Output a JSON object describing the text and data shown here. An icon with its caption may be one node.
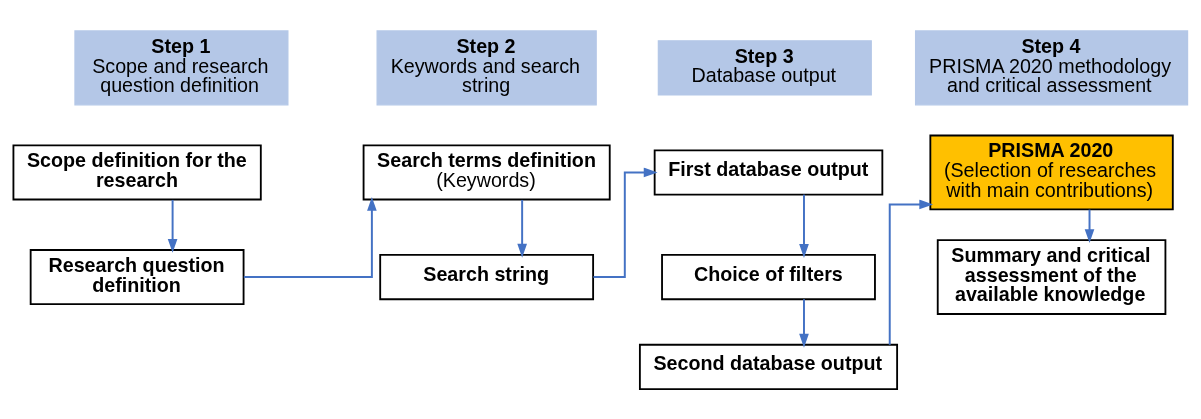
{
  "diagram": {
    "nodes": [
      {
        "text": [
          "Step 1",
          "Scope and research question definition"
        ]
      },
      {
        "text": [
          "Step 2",
          "Keywords and search string"
        ]
      },
      {
        "text": [
          "Step 3",
          "Database output"
        ]
      },
      {
        "text": [
          "Step 4",
          "PRISMA 2020 methodology and critical assessment"
        ]
      },
      {
        "text": [
          "Scope definition for the research"
        ]
      },
      {
        "text": [
          "Research question definition"
        ]
      },
      {
        "text": [
          "Search terms definition",
          "(Keywords)"
        ]
      },
      {
        "text": [
          "Search string"
        ]
      },
      {
        "text": [
          "First database output"
        ]
      },
      {
        "text": [
          "Choice of filters"
        ]
      },
      {
        "text": [
          "Second database output"
        ]
      },
      {
        "text": [
          "PRISMA 2020",
          "(Selection of researches with main contributions)"
        ]
      },
      {
        "text": [
          "Summary and critical assessment of the available knowledge"
        ]
      }
    ],
    "edges": [
      {
        "from": 4,
        "to": 5,
        "arrow": "to"
      },
      {
        "from": 5,
        "to": 6,
        "arrow": "to"
      },
      {
        "from": 6,
        "to": 7,
        "arrow": "to"
      },
      {
        "from": 7,
        "to": 8,
        "arrow": "to"
      },
      {
        "from": 8,
        "to": 9,
        "arrow": "to"
      },
      {
        "from": 9,
        "to": 10,
        "arrow": "to"
      },
      {
        "from": 10,
        "to": 11,
        "arrow": "to"
      },
      {
        "from": 11,
        "to": 12,
        "arrow": "to"
      }
    ]
  }
}
